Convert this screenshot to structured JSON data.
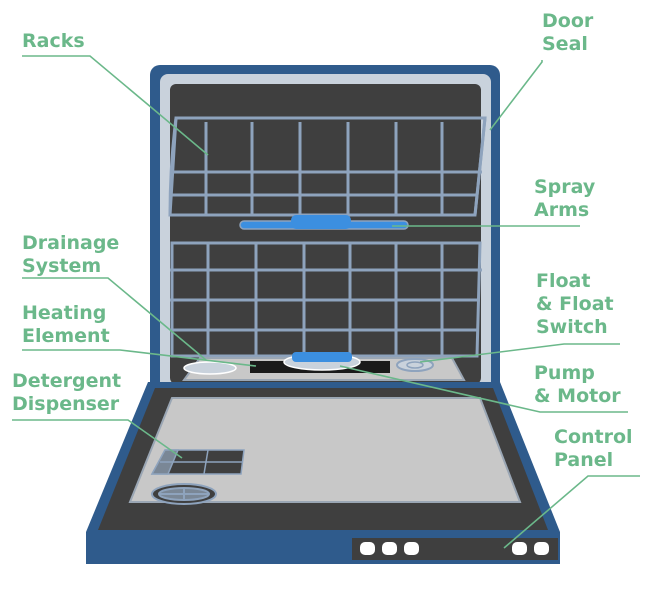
{
  "labels": {
    "racks": "Racks",
    "door_seal": "Door\nSeal",
    "spray_arms": "Spray\nArms",
    "drainage_system": "Drainage\nSystem",
    "float_switch": "Float\n& Float\nSwitch",
    "heating_element": "Heating\nElement",
    "pump_motor": "Pump\n& Motor",
    "detergent_dispenser": "Detergent\nDispenser",
    "control_panel": "Control\nPanel"
  },
  "colors": {
    "label": "#6bb88a",
    "leader": "#6bb88a",
    "frame_blue": "#2f5b8c",
    "interior_dark": "#3f3f3f",
    "rack_steel": "#8ea3bd",
    "spray_arm": "#3c8fe0",
    "door_gray": "#c8c8c8"
  }
}
